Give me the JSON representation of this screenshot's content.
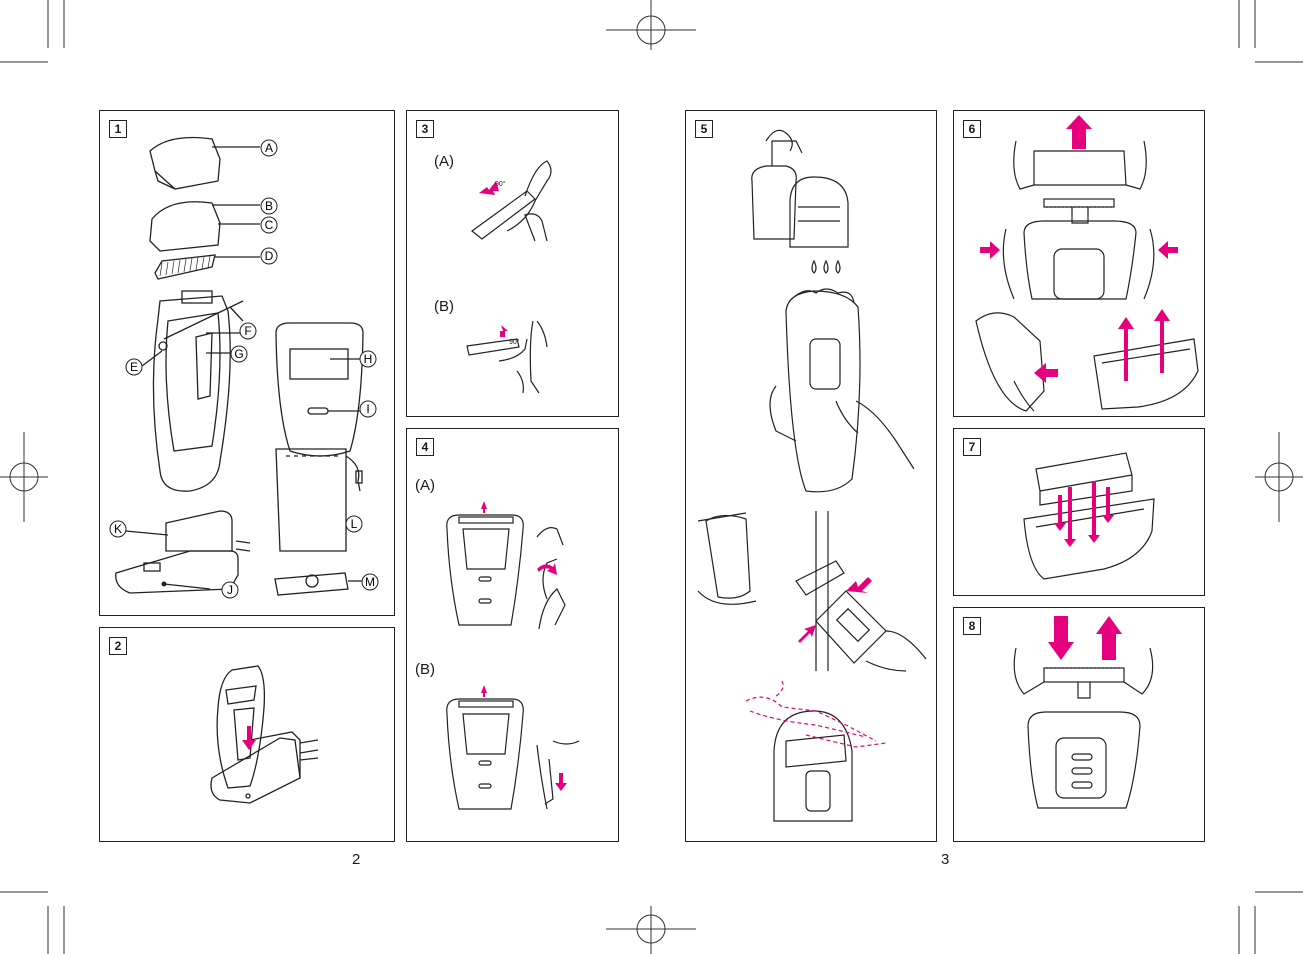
{
  "colors": {
    "accent": "#e6007e",
    "line": "#222222"
  },
  "panels": {
    "p1": {
      "number": "1",
      "labels": [
        "A",
        "B",
        "C",
        "D",
        "E",
        "F",
        "G",
        "H",
        "I",
        "J",
        "K",
        "L",
        "M"
      ]
    },
    "p2": {
      "number": "2"
    },
    "p3": {
      "number": "3",
      "sub_a": "(A)",
      "sub_b": "(B)",
      "angle_a": "90°",
      "angle_b": "90°"
    },
    "p4": {
      "number": "4",
      "sub_a": "(A)",
      "sub_b": "(B)"
    },
    "p5": {
      "number": "5"
    },
    "p6": {
      "number": "6"
    },
    "p7": {
      "number": "7"
    },
    "p8": {
      "number": "8"
    }
  },
  "page_numbers": {
    "left": "2",
    "right": "3"
  },
  "registration_marks": [
    "crosshair-top",
    "crosshair-left",
    "crosshair-right",
    "crosshair-bottom"
  ]
}
